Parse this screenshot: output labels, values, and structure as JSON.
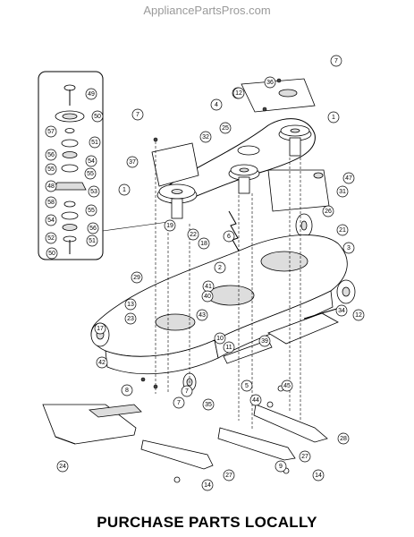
{
  "watermark": "AppliancePartsPros.com",
  "footer": "PURCHASE PARTS LOCALLY",
  "callouts": [
    "7",
    "36",
    "12",
    "1",
    "4",
    "37",
    "32",
    "25",
    "47",
    "31",
    "26",
    "21",
    "3",
    "19",
    "22",
    "18",
    "6",
    "2",
    "29",
    "41",
    "40",
    "13",
    "23",
    "43",
    "17",
    "10",
    "11",
    "39",
    "42",
    "34",
    "12",
    "8",
    "7",
    "35",
    "5",
    "44",
    "45",
    "7",
    "24",
    "14",
    "27",
    "28",
    "9",
    "27",
    "14",
    "49",
    "50",
    "57",
    "51",
    "56",
    "54",
    "55",
    "55",
    "48",
    "53",
    "58",
    "55",
    "54",
    "56",
    "52",
    "51",
    "50",
    "7",
    "12",
    "1"
  ]
}
